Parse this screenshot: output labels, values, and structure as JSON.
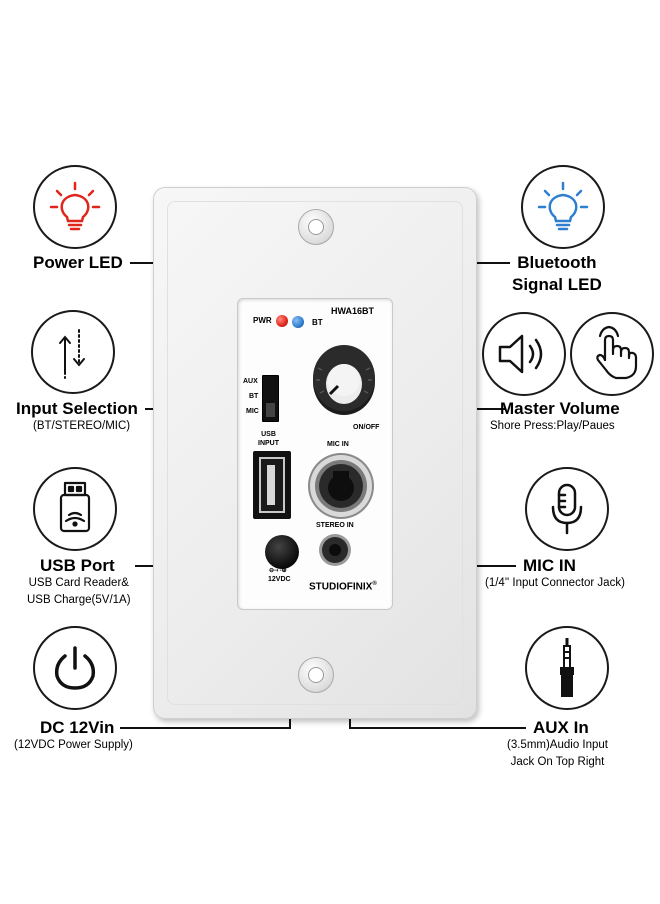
{
  "labels": {
    "power_led": "Power LED",
    "bt_led_line1": "Bluetooth",
    "bt_led_line2": "Signal LED",
    "input_selection": "Input Selection",
    "input_selection_sub": "(BT/STEREO/MIC)",
    "master_volume": "Master Volume",
    "master_volume_sub": "Shore Press:Play/Paues",
    "usb_port": "USB Port",
    "usb_port_sub1": "USB Card Reader&",
    "usb_port_sub2": "USB Charge(5V/1A)",
    "mic_in": "MIC IN",
    "mic_in_sub": "(1/4'' Input Connector Jack)",
    "dc_12vin": "DC 12Vin",
    "dc_12vin_sub": "(12VDC Power Supply)",
    "aux_in": "AUX In",
    "aux_in_sub1": "(3.5mm)Audio Input",
    "aux_in_sub2": "Jack On Top Right"
  },
  "panel": {
    "model": "HWA16BT",
    "pwr": "PWR",
    "bt": "BT",
    "aux": "AUX",
    "bt_switch": "BT",
    "mic_switch": "MIC",
    "usb_line1": "USB",
    "usb_line2": "INPUT",
    "on_off": "ON/OFF",
    "mic_in": "MIC IN",
    "stereo_in": "STEREO IN",
    "dc_label": "12VDC",
    "brand": "STUDIOFINIX",
    "reg": "®"
  },
  "colors": {
    "power_led": "#e0261c",
    "bt_led": "#2f7fd0",
    "icon_stroke": "#111111"
  },
  "icons": [
    "red-bulb-icon",
    "blue-bulb-icon",
    "arrows-icon",
    "speaker-icon",
    "tap-hand-icon",
    "usb-stick-icon",
    "microphone-icon",
    "power-icon",
    "aux-plug-icon"
  ]
}
